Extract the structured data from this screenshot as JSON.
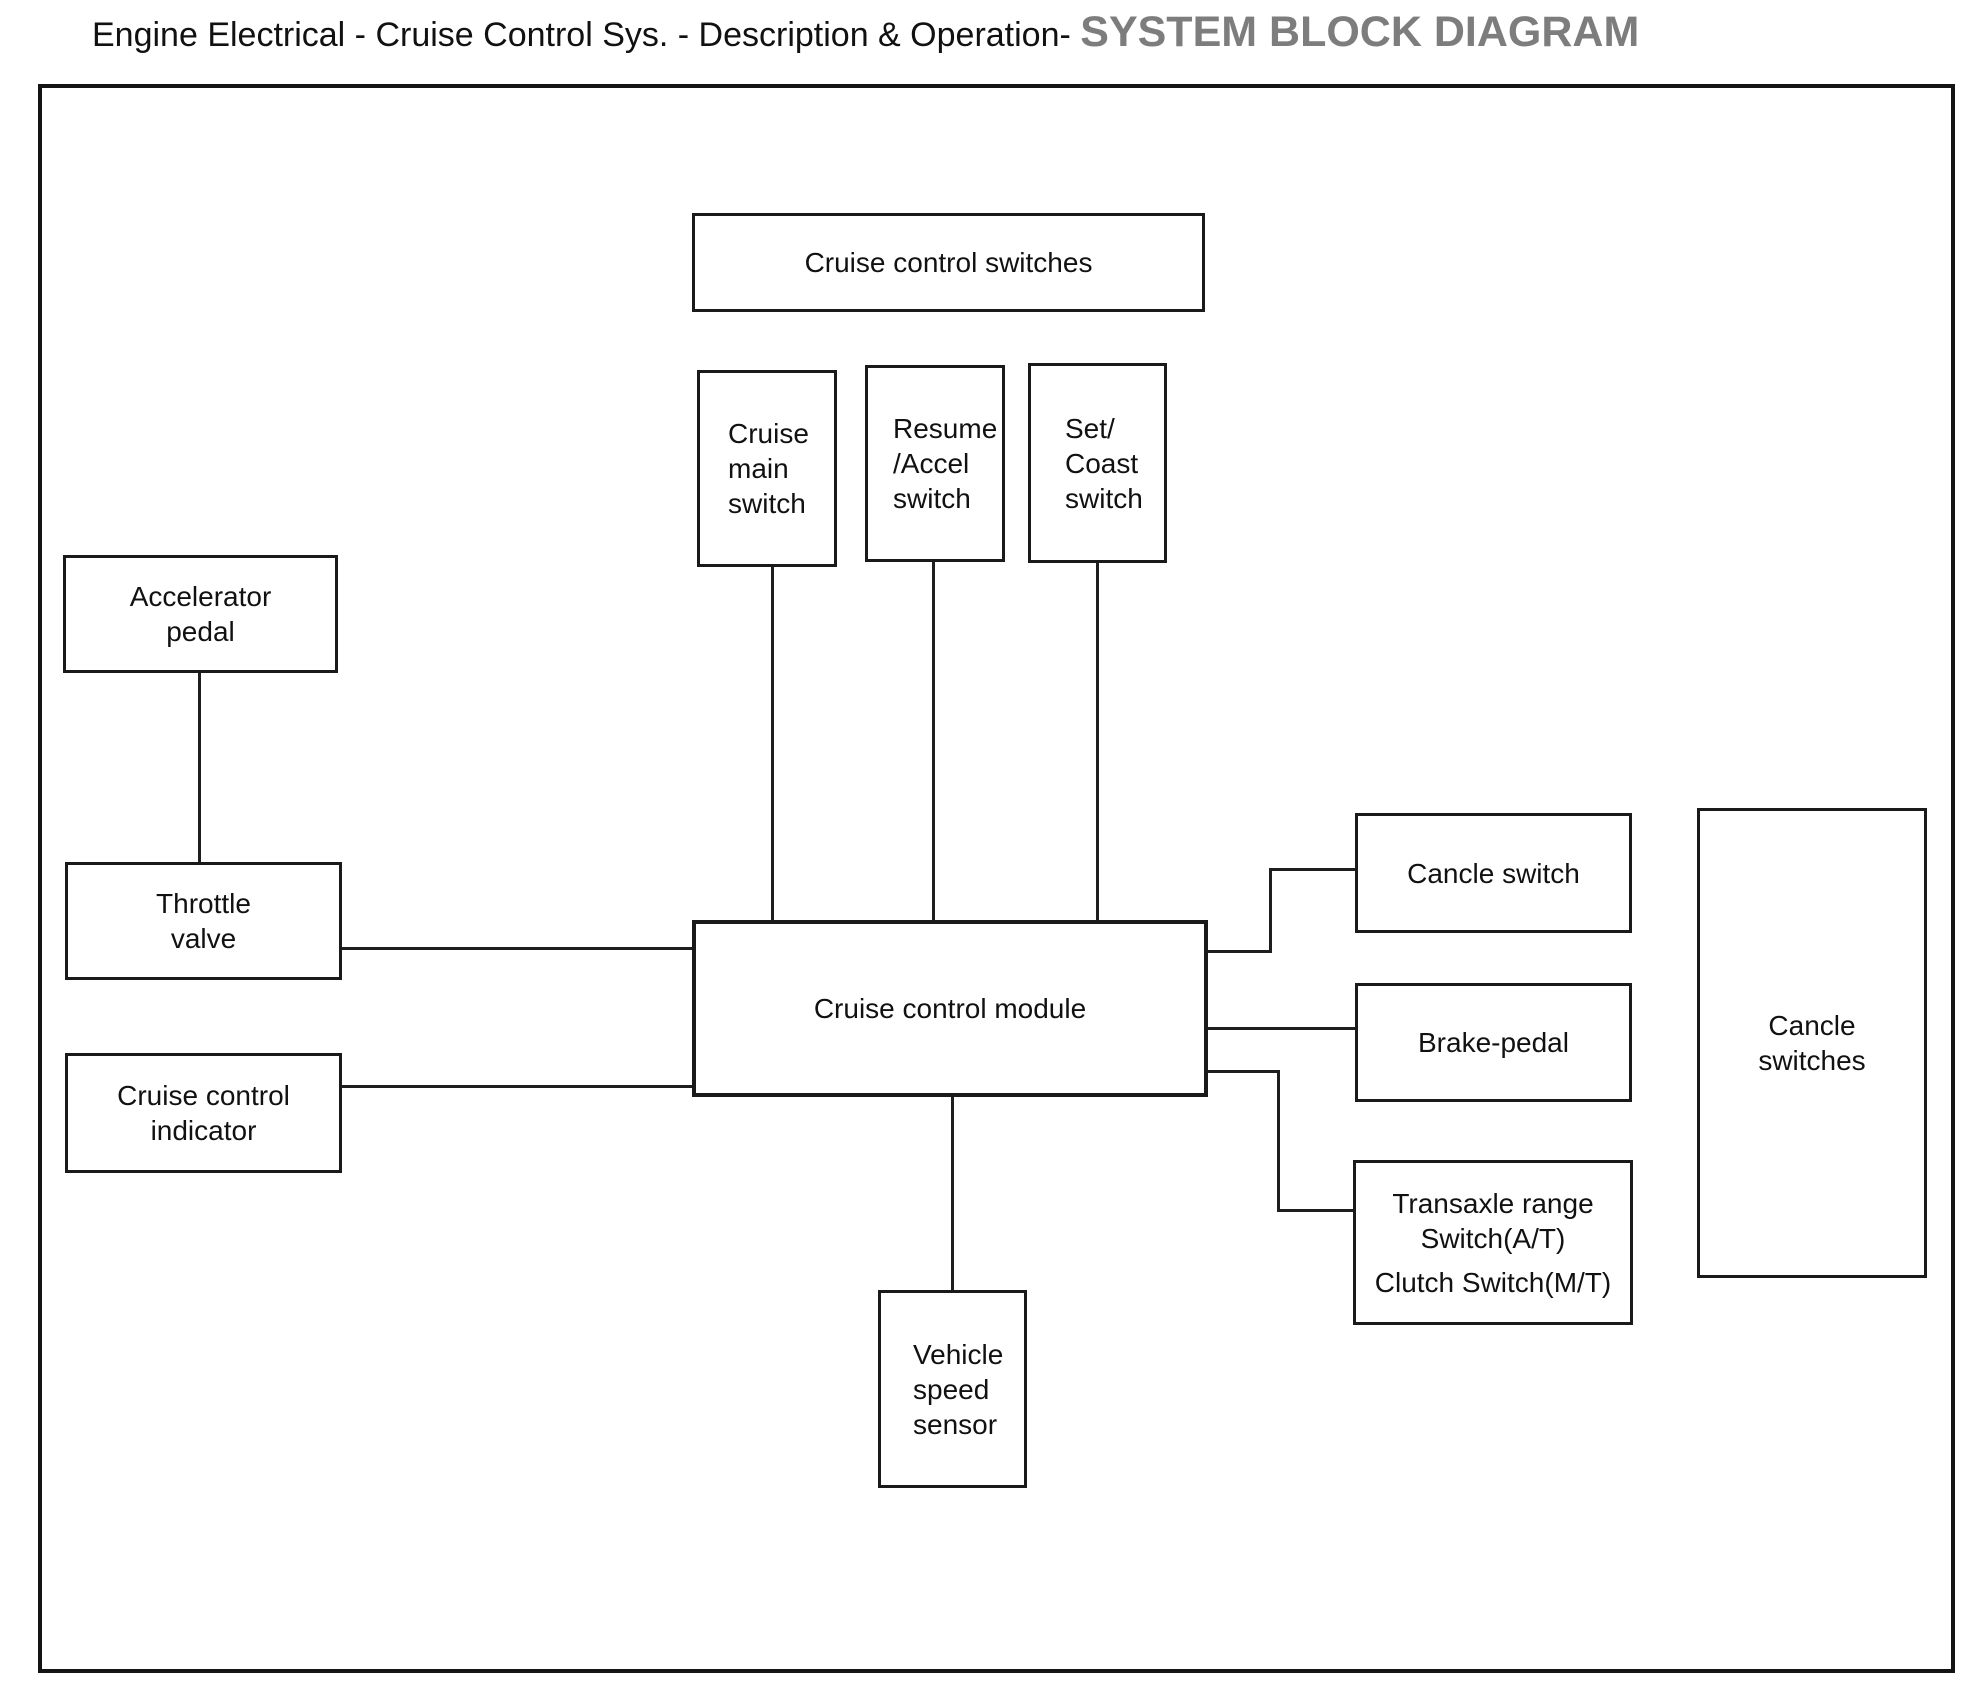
{
  "header": {
    "title_prefix": "Engine Electrical - Cruise Control Sys. - Description & Operation- ",
    "title_emphasis": "SYSTEM BLOCK DIAGRAM"
  },
  "colors": {
    "line": "#1e1e1e",
    "box_border": "#1a1a1a",
    "title_text": "#111111",
    "title_emphasis": "#7d7d7d",
    "background": "#ffffff"
  },
  "diagram": {
    "nodes": {
      "cruise_control_switches": {
        "label": "Cruise control switches"
      },
      "cruise_main_switch": {
        "label": "Cruise\nmain\nswitch"
      },
      "resume_accel_switch": {
        "label": "Resume\n/Accel\nswitch"
      },
      "set_coast_switch": {
        "label": "Set/\nCoast\nswitch"
      },
      "accelerator_pedal": {
        "label": "Accelerator\npedal"
      },
      "throttle_valve": {
        "label": "Throttle\nvalve"
      },
      "cruise_control_indicator": {
        "label": "Cruise control\nindicator"
      },
      "cruise_control_module": {
        "label": "Cruise control module"
      },
      "cancle_switch": {
        "label": "Cancle switch"
      },
      "brake_pedal": {
        "label": "Brake-pedal"
      },
      "transaxle_range_switch": {
        "label_top": "Transaxle range\nSwitch(A/T)",
        "label_bottom": "Clutch Switch(M/T)"
      },
      "cancle_switches": {
        "label": "Cancle\nswitches"
      },
      "vehicle_speed_sensor": {
        "label": "Vehicle\nspeed\nsensor"
      }
    },
    "connections": [
      "accelerator_pedal -> throttle_valve",
      "throttle_valve -> cruise_control_module",
      "cruise_control_indicator -> cruise_control_module",
      "cruise_main_switch -> cruise_control_module",
      "resume_accel_switch -> cruise_control_module",
      "set_coast_switch -> cruise_control_module",
      "cruise_control_module -> cancle_switch",
      "cruise_control_module -> brake_pedal",
      "cruise_control_module -> transaxle_range_switch",
      "cruise_control_module -> vehicle_speed_sensor"
    ]
  }
}
